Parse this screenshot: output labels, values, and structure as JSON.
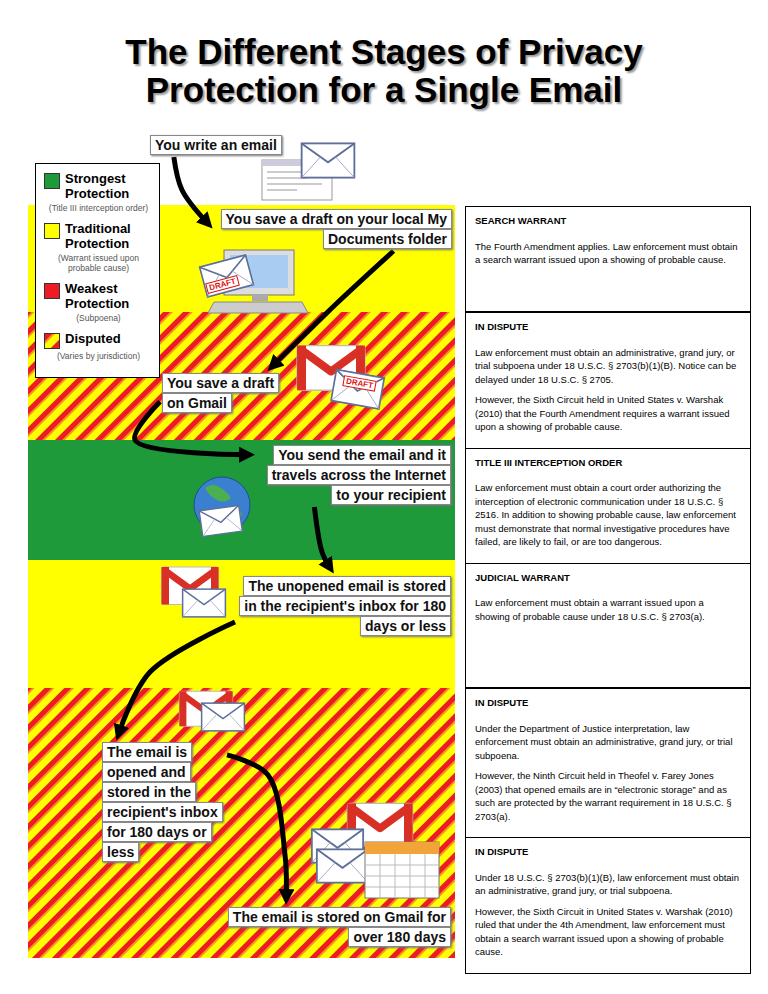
{
  "diagram": {
    "title": "The Different Stages of Privacy Protection for a Single Email",
    "nodes": [
      {
        "text": [
          "You write an email"
        ]
      },
      {
        "text": [
          "You save a draft on your local My Documents folder"
        ]
      },
      {
        "text": [
          "SEARCH WARRANT",
          "The Fourth Amendment applies. Law enforcement must obtain a search warrant issued upon a showing of probable cause."
        ]
      },
      {
        "text": [
          "You save a draft on Gmail"
        ]
      },
      {
        "text": [
          "IN DISPUTE",
          "Law enforcement must obtain an administrative, grand jury, or trial subpoena under 18 U.S.C. § 2703(b)(1)(B). Notice can be delayed under 18 U.S.C. § 2705.",
          "However, the Sixth Circuit held in United States v. Warshak (2010) that the Fourth Amendment requires a warrant issued upon a showing of probable cause."
        ]
      },
      {
        "text": [
          "You send the email and it travels across the Internet to your recipient"
        ]
      },
      {
        "text": [
          "TITLE III INTERCEPTION ORDER",
          "Law enforcement must obtain a court order authorizing the interception of electronic communication under 18 U.S.C. § 2516. In addition to showing probable cause, law enforcement must demonstrate that normal investigative procedures have failed, are likely to fail, or are too dangerous."
        ]
      },
      {
        "text": [
          "The unopened email is stored in the recipient's inbox for 180 days or less"
        ]
      },
      {
        "text": [
          "JUDICIAL WARRANT",
          "Law enforcement must obtain a warrant issued upon a showing of probable cause under 18 U.S.C. § 2703(a)."
        ]
      },
      {
        "text": [
          "The email is opened and stored in the recipient's inbox for 180 days or less"
        ]
      },
      {
        "text": [
          "IN DISPUTE",
          "Under the Department of Justice interpretation, law enforcement must obtain an administrative, grand jury, or trial subpoena.",
          "However, the Ninth Circuit held in Theofel v. Farey Jones (2003) that opened emails are in “electronic storage” and as such are protected by the warrant requirement in 18 U.S.C. § 2703(a)."
        ]
      },
      {
        "text": [
          "The email is stored on Gmail for over 180 days"
        ]
      },
      {
        "text": [
          "IN DISPUTE",
          "Under 18 U.S.C. § 2703(b)(1)(B), law enforcement must obtain an administrative, grand jury, or trial subpoena.",
          "However, the Sixth Circuit in United States v. Warshak (2010) ruled that under the 4th Amendment, law enforcement must obtain a search warrant issued upon a showing of probable cause."
        ]
      }
    ],
    "edges": [
      {
        "from": 0,
        "to": 1,
        "arrow": "to"
      },
      {
        "from": 1,
        "to": 3,
        "arrow": "to"
      },
      {
        "from": 3,
        "to": 5,
        "arrow": "to"
      },
      {
        "from": 5,
        "to": 7,
        "arrow": "to"
      },
      {
        "from": 7,
        "to": 9,
        "arrow": "to"
      },
      {
        "from": 9,
        "to": 11,
        "arrow": "to"
      }
    ],
    "labels": [
      "(Title III interception order)",
      "(Warrant issued upon probable cause)",
      "(Subpoena)",
      "(Varies by jurisdiction)",
      "DRAFT",
      "DRAFT"
    ],
    "legend": [
      {
        "text": "Strongest Protection",
        "color": "#1e9a3b"
      },
      {
        "text": "Traditional Protection",
        "color": "#ffff00"
      },
      {
        "text": "Weakest Protection",
        "color": "#ed1c24"
      },
      {
        "text": "Disputed"
      }
    ]
  }
}
